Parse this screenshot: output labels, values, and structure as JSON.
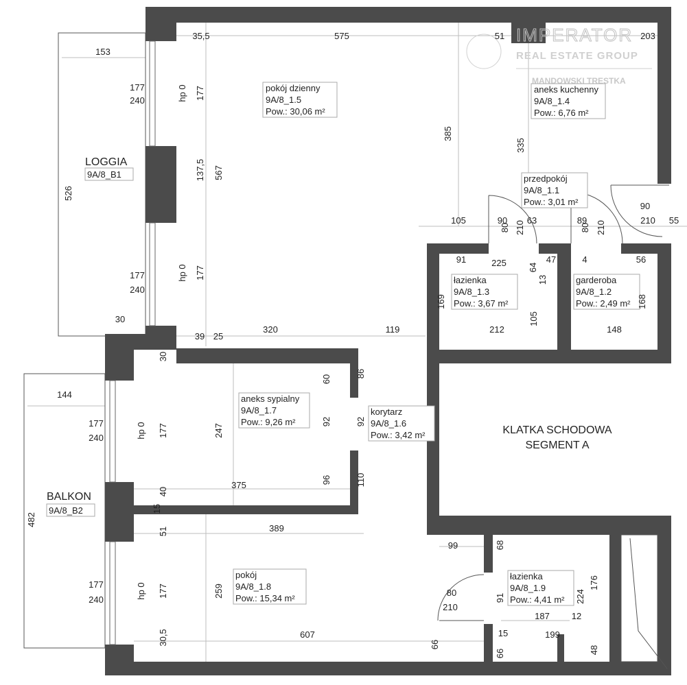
{
  "logo": {
    "line1": "IMPERATOR",
    "line2": "REAL ESTATE GROUP",
    "line3": "MANDOWSKI TRESTKA"
  },
  "rooms": [
    {
      "name": "pokój dzienny",
      "id": "9A/8_1.5",
      "area": "Pow.: 30,06 m²"
    },
    {
      "name": "aneks kuchenny",
      "id": "9A/8_1.4",
      "area": "Pow.: 6,76 m²"
    },
    {
      "name": "przedpokój",
      "id": "9A/8_1.1",
      "area": "Pow.: 3,01 m²"
    },
    {
      "name": "łazienka",
      "id": "9A/8_1.3",
      "area": "Pow.: 3,67 m²"
    },
    {
      "name": "garderoba",
      "id": "9A/8_1.2",
      "area": "Pow.: 2,49 m²"
    },
    {
      "name": "aneks sypialny",
      "id": "9A/8_1.7",
      "area": "Pow.: 9,26 m²"
    },
    {
      "name": "korytarz",
      "id": "9A/8_1.6",
      "area": "Pow.: 3,42 m²"
    },
    {
      "name": "pokój",
      "id": "9A/8_1.8",
      "area": "Pow.: 15,34 m²"
    },
    {
      "name": "łazienka",
      "id": "9A/8_1.9",
      "area": "Pow.: 4,41 m²"
    }
  ],
  "outdoor": [
    {
      "name": "LOGGIA",
      "id": "9A/8_B1"
    },
    {
      "name": "BALKON",
      "id": "9A/8_B2"
    }
  ],
  "stair": {
    "line1": "KLATKA SCHODOWA",
    "line2": "SEGMENT A"
  },
  "dims": {
    "h": [
      "35,5",
      "575",
      "203",
      "51",
      "153",
      "177",
      "240",
      "105",
      "90",
      "63",
      "89",
      "90",
      "210",
      "55",
      "91",
      "225",
      "47",
      "4",
      "56",
      "212",
      "148",
      "320",
      "119",
      "39",
      "25",
      "144",
      "177",
      "240",
      "375",
      "389",
      "99",
      "80",
      "210",
      "187",
      "12",
      "199",
      "15",
      "607",
      "177",
      "240",
      "30",
      "177",
      "240"
    ],
    "v": [
      "177",
      "137,5",
      "567",
      "385",
      "335",
      "177",
      "hp 0",
      "hp 0",
      "80",
      "210",
      "80",
      "210",
      "64",
      "13",
      "169",
      "105",
      "168",
      "526",
      "60",
      "92",
      "96",
      "247",
      "177",
      "40",
      "15",
      "51",
      "177",
      "259",
      "30,5",
      "66",
      "86",
      "92",
      "110",
      "68",
      "91",
      "224",
      "176",
      "66",
      "48",
      "482",
      "hp 0",
      "hp 0",
      "30"
    ]
  }
}
